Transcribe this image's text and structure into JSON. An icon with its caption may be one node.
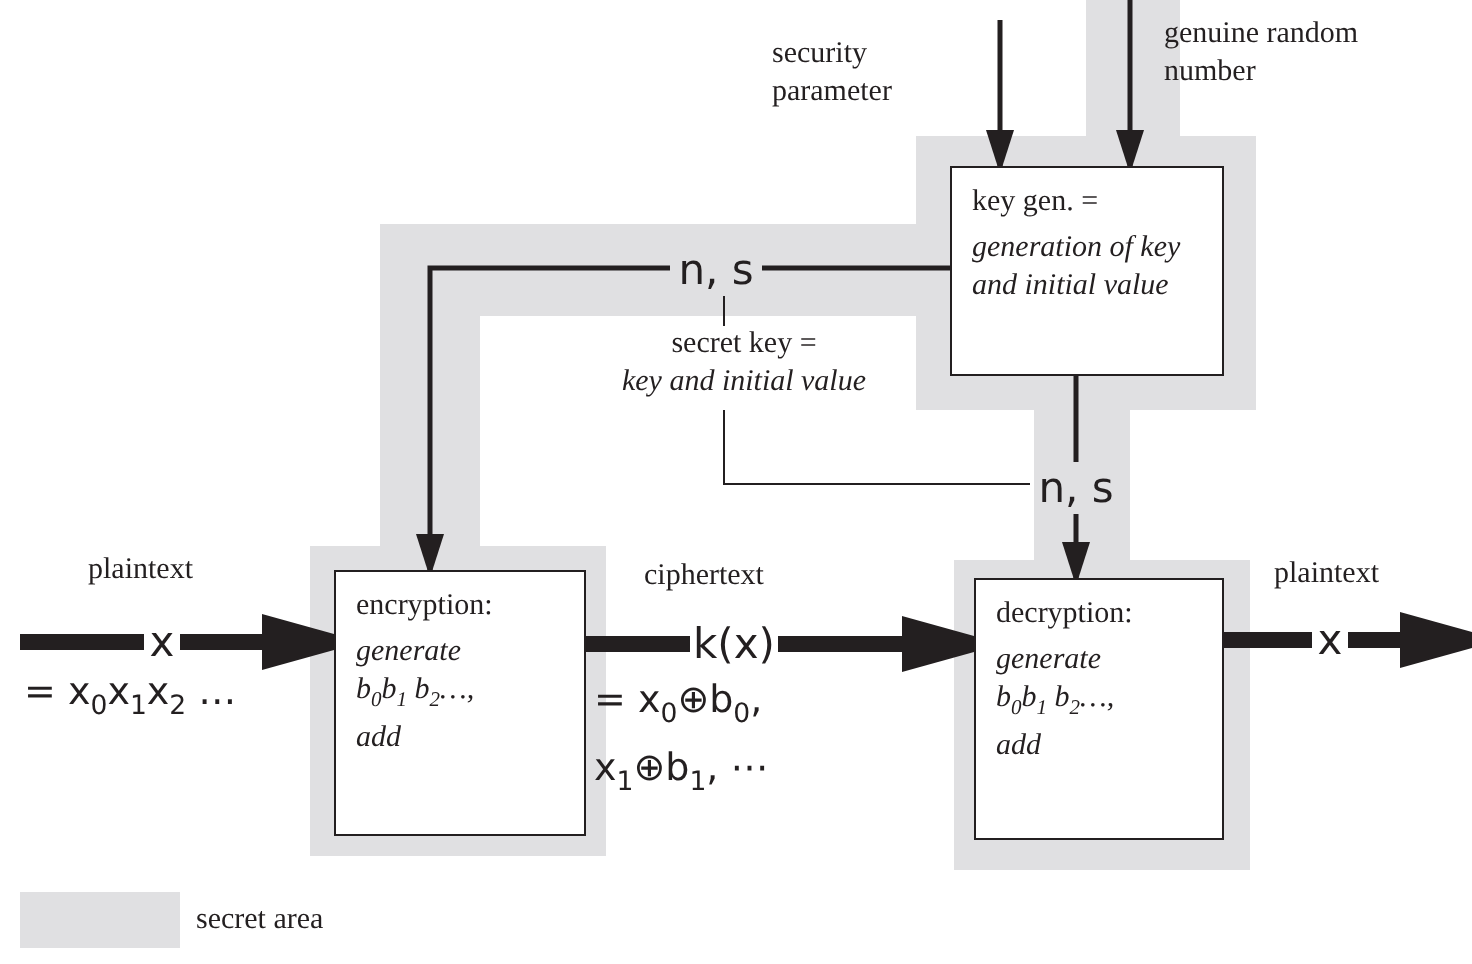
{
  "diagram": {
    "nodes": [
      {
        "text": [
          "key gen. =",
          "generation of key and initial value"
        ]
      },
      {
        "text": [
          "n, s"
        ]
      },
      {
        "text": [
          "secret key =",
          "key and initial value"
        ]
      },
      {
        "text": [
          "n, s"
        ]
      },
      {
        "text": [
          "x"
        ],
        "beside": [
          "plaintext",
          "= x$_{0}$x$_{1}$x$_{2}$ …"
        ]
      },
      {
        "text": [
          "encryption:",
          "generate b$_{0}$b$_{1}$ b$_{2}$…, add"
        ]
      },
      {
        "text": [
          "k(x)"
        ],
        "beside": [
          "ciphertext",
          "= x$_{0}$⊕b$_{0}$, x$_{1}$⊕b$_{1}$, ⋯"
        ]
      },
      {
        "text": [
          "decryption:",
          "generate b$_{0}$b$_{1}$ b$_{2}$…, add"
        ]
      },
      {
        "text": [
          "x"
        ],
        "beside": [
          "plaintext"
        ]
      }
    ],
    "edges": [
      {
        "from": null,
        "to": 0,
        "arrow": "to",
        "label": "security parameter"
      },
      {
        "from": null,
        "to": 0,
        "arrow": "to",
        "label": "genuine random number"
      },
      {
        "from": 0,
        "to": 1,
        "arrow": "none"
      },
      {
        "from": 1,
        "to": 5,
        "arrow": "to"
      },
      {
        "from": 0,
        "to": 3,
        "arrow": "none"
      },
      {
        "from": 3,
        "to": 7,
        "arrow": "to"
      },
      {
        "from": 2,
        "to": 1,
        "arrow": "none"
      },
      {
        "from": 2,
        "to": 3,
        "arrow": "none"
      },
      {
        "from": null,
        "to": 4,
        "arrow": "none",
        "style": "thick"
      },
      {
        "from": 4,
        "to": 5,
        "arrow": "to",
        "style": "thick"
      },
      {
        "from": 5,
        "to": 6,
        "arrow": "none",
        "style": "thick"
      },
      {
        "from": 6,
        "to": 7,
        "arrow": "to",
        "style": "thick"
      },
      {
        "from": 7,
        "to": 8,
        "arrow": "none",
        "style": "thick"
      },
      {
        "from": 8,
        "to": null,
        "arrow": "to",
        "style": "thick"
      }
    ],
    "legend": [
      {
        "text": "secret area",
        "color": "#e0e0e2"
      }
    ]
  }
}
